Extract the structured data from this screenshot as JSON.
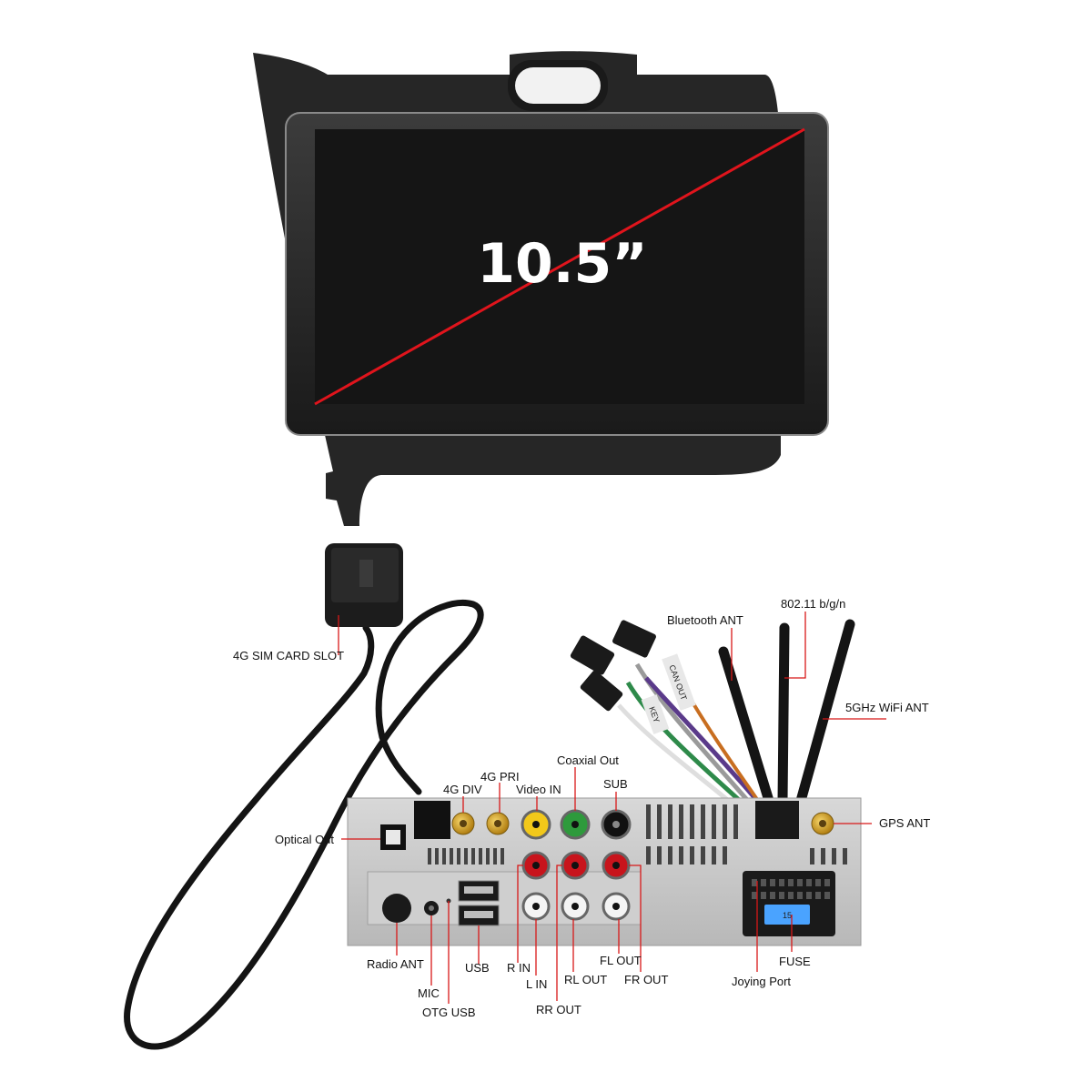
{
  "screen": {
    "size_label": "10.5”"
  },
  "accent_colors": {
    "diagonal": "#e0141c",
    "rca_red": "#c8141c",
    "rca_yellow": "#f2c81a",
    "rca_green": "#2e9a3c",
    "gold": "#d9a520",
    "fuse_blue": "#4aa3ff",
    "callout_red": "#d81818"
  },
  "labels": {
    "sim_slot": "4G SIM CARD SLOT",
    "bluetooth_ant": "Bluetooth ANT",
    "wifi_24": "802.11 b/g/n",
    "wifi_5g": "5GHz WiFi ANT",
    "gps_ant": "GPS ANT",
    "coaxial_out": "Coaxial Out",
    "g4_pri": "4G PRI",
    "g4_div": "4G DIV",
    "video_in": "Video IN",
    "sub": "SUB",
    "optical_out": "Optical Out",
    "radio_ant": "Radio ANT",
    "mic": "MIC",
    "otg_usb": "OTG USB",
    "usb": "USB",
    "r_in": "R IN",
    "l_in": "L IN",
    "rl_out": "RL OUT",
    "rr_out": "RR OUT",
    "fl_out": "FL OUT",
    "fr_out": "FR OUT",
    "joying_port": "Joying Port",
    "fuse": "FUSE"
  },
  "cable_tags": {
    "can_out": "CAN OUT",
    "key": "KEY"
  },
  "fuse_value": "15"
}
